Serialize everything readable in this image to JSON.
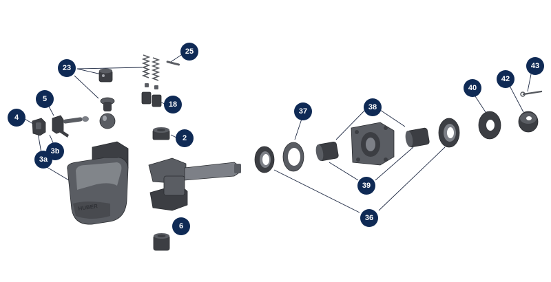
{
  "callouts": {
    "c4": "4",
    "c5": "5",
    "c3a": "3a",
    "c3b": "3b",
    "c23": "23",
    "c25": "25",
    "c18": "18",
    "c2": "2",
    "c6": "6",
    "c37": "37",
    "c38": "38",
    "c39": "39",
    "c36": "36",
    "c40": "40",
    "c42": "42",
    "c43": "43"
  },
  "colors": {
    "badge": "#0f2a55",
    "badge_text": "#ffffff",
    "part_dark": "#3c3e43",
    "part_mid": "#5a5d63",
    "part_light": "#7d8087"
  },
  "casting_text": "HUBER"
}
